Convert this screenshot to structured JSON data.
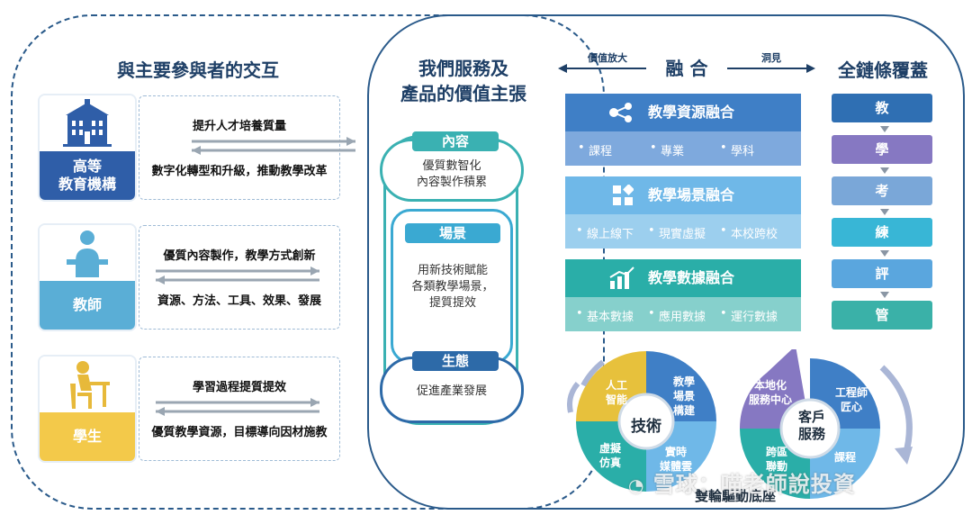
{
  "left_panel": {
    "title": "與主要參與者的交互",
    "rows": [
      {
        "icon": "institution-building-icon",
        "label": "高等\n教育機構",
        "color": "#2f5ea8",
        "top_text": "提升人才培養質量",
        "bottom_text": "數字化轉型和升級，推動教學改革"
      },
      {
        "icon": "teacher-icon",
        "label": "教師",
        "color": "#5aaed6",
        "top_text": "優質內容製作，教學方式創新",
        "bottom_text": "資源、方法、工具、效果、發展"
      },
      {
        "icon": "student-icon",
        "label": "學生",
        "color": "#f3c94a",
        "top_text": "學習過程提質提效",
        "bottom_text": "優質教學資源，目標導向因材施教"
      }
    ]
  },
  "middle_panel": {
    "title_line1": "我們服務及",
    "title_line2": "產品的價值主張",
    "blocks": [
      {
        "head": "內容",
        "text": "優質數智化\n內容製作積累"
      },
      {
        "head": "場景",
        "text": "用新技術賦能\n各類教學場景，\n提質提效"
      },
      {
        "head": "生態",
        "text": "促進產業發展"
      }
    ]
  },
  "right_panel": {
    "arrow_left_label": "價值放大",
    "center_title": "融 合",
    "arrow_right_label": "洞見",
    "chain_title": "全鏈條覆蓋",
    "fusion": [
      {
        "icon": "share-nodes-icon",
        "title": "教學資源融合",
        "items": [
          "課程",
          "專業",
          "學科"
        ]
      },
      {
        "icon": "grid-blocks-icon",
        "title": "教學場景融合",
        "items": [
          "線上線下",
          "現實虛擬",
          "本校跨校"
        ]
      },
      {
        "icon": "growth-chart-icon",
        "title": "教學數據融合",
        "items": [
          "基本數據",
          "應用數據",
          "運行數據"
        ]
      }
    ],
    "chain": [
      "教",
      "學",
      "考",
      "練",
      "評",
      "管"
    ],
    "chain_colors": [
      "#2f6fb3",
      "#8678c2",
      "#7aa7d8",
      "#38b6d6",
      "#5aa6de",
      "#3ab1a8"
    ],
    "wheel_tech": {
      "center": "技術",
      "segments": [
        "人工\n智能",
        "教學\n場景\n構建",
        "實時\n媒體雲",
        "虛擬\n仿真"
      ]
    },
    "wheel_service": {
      "center": "客戶\n服務",
      "segments": [
        "本地化\n服務中心",
        "工程師\n匠心",
        "課程",
        "跨區\n聯動"
      ]
    },
    "base_label": "雙輪驅動底座"
  },
  "watermark": "雪球：喵老師說投資",
  "colors": {
    "navy": "#1e3f66",
    "teal": "#3ab1b2",
    "blue_fuse1": "#3f7fc6",
    "blue_fuse2": "#6fb8e8",
    "teal_fuse3": "#2aaea8"
  }
}
